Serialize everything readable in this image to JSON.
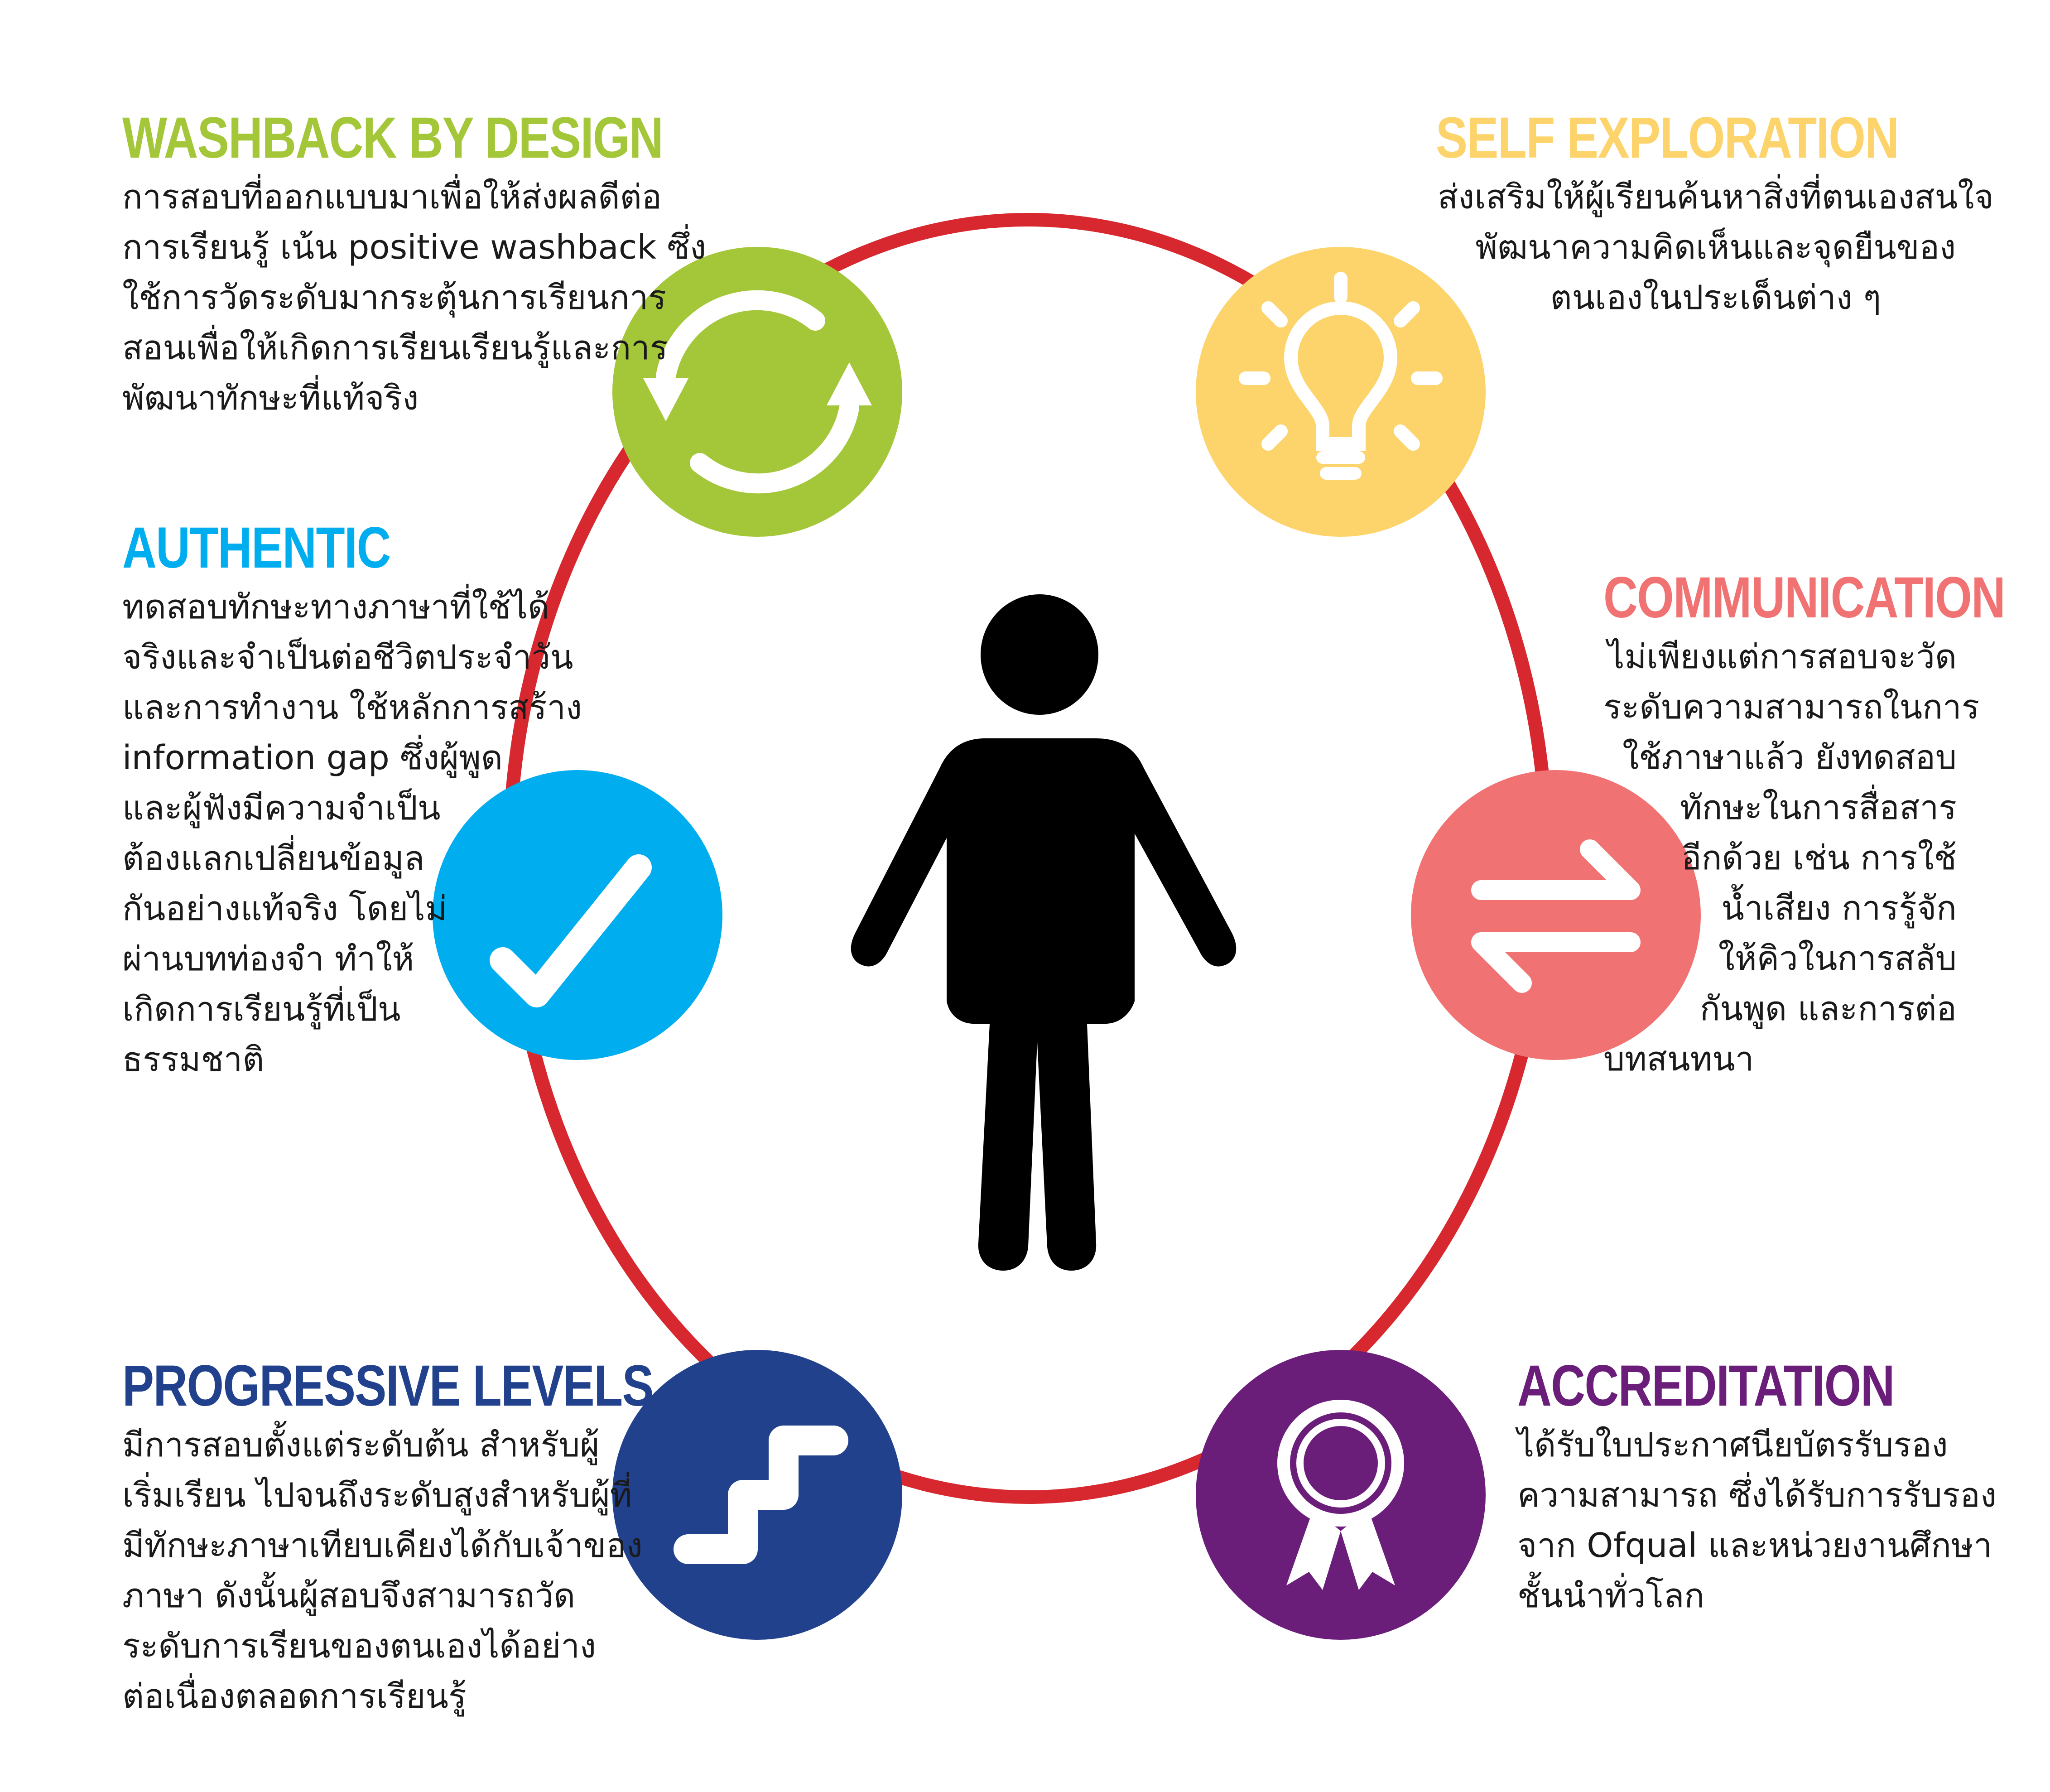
{
  "colors": {
    "ring": "#d7282f",
    "washback": "#a4c639",
    "self_exploration": "#fdd36b",
    "authentic": "#00adee",
    "communication": "#f07272",
    "progressive": "#22418d",
    "accreditation": "#6b1d7a",
    "person": "#000000"
  },
  "sections": {
    "washback": {
      "title": "WASHBACK BY DESIGN",
      "icon": "refresh-cycle-icon",
      "lines": [
        "การสอบที่ออกแบบมาเพื่อให้ส่งผลดีต่อ",
        "การเรียนรู้ เน้น positive washback ซึ่ง",
        "ใช้การวัดระดับมากระตุ้นการเรียนการ",
        "สอนเพื่อให้เกิดการเรียนเรียนรู้และการ",
        "พัฒนาทักษะที่แท้จริง"
      ]
    },
    "self_exploration": {
      "title": "SELF EXPLORATION",
      "icon": "lightbulb-icon",
      "lines": [
        "ส่งเสริมให้ผู้เรียนค้นหาสิ่งที่ตนเองสนใจ",
        "พัฒนาความคิดเห็นและจุดยืนของ",
        "ตนเองในประเด็นต่าง ๆ"
      ]
    },
    "authentic": {
      "title": "AUTHENTIC",
      "icon": "checkmark-icon",
      "lines": [
        "ทดสอบทักษะทางภาษาที่ใช้ได้",
        "จริงและจำเป็นต่อชีวิตประจำวัน",
        "และการทำงาน ใช้หลักการสร้าง",
        "information gap ซึ่งผู้พูด",
        "และผู้ฟังมีความจำเป็น",
        "ต้องแลกเปลี่ยนข้อมูล",
        "กันอย่างแท้จริง โดยไม่",
        "ผ่านบทท่องจำ ทำให้",
        "เกิดการเรียนรู้ที่เป็น",
        "ธรรมชาติ"
      ]
    },
    "communication": {
      "title": "COMMUNICATION",
      "icon": "exchange-arrows-icon",
      "lines": [
        "ไม่เพียงแต่การสอบจะวัด",
        "ระดับความสามารถในการ",
        "ใช้ภาษาแล้ว ยังทดสอบ",
        "ทักษะในการสื่อสาร",
        "อีกด้วย เช่น การใช้",
        "น้ำเสียง การรู้จัก",
        "ให้คิวในการสลับ",
        "กันพูด และการต่อ",
        "บทสนทนา"
      ]
    },
    "progressive": {
      "title": "PROGRESSIVE LEVELS",
      "icon": "stairs-icon",
      "lines": [
        "มีการสอบตั้งแต่ระดับต้น สำหรับผู้",
        "เริ่มเรียน ไปจนถึงระดับสูงสำหรับผู้ที่",
        "มีทักษะภาษาเทียบเคียงได้กับเจ้าของ",
        "ภาษา ดังนั้นผู้สอบจึงสามารถวัด",
        "ระดับการเรียนของตนเองได้อย่าง",
        "ต่อเนื่องตลอดการเรียนรู้"
      ]
    },
    "accreditation": {
      "title": "ACCREDITATION",
      "icon": "award-ribbon-icon",
      "lines": [
        "ได้รับใบประกาศนียบัตรรับรอง",
        "ความสามารถ ซึ่งได้รับการรับรอง",
        "จาก Ofqual และหน่วยงานศึกษา",
        "ชั้นนำทั่วโลก"
      ]
    }
  },
  "center_figure": {
    "icon": "person-icon"
  }
}
